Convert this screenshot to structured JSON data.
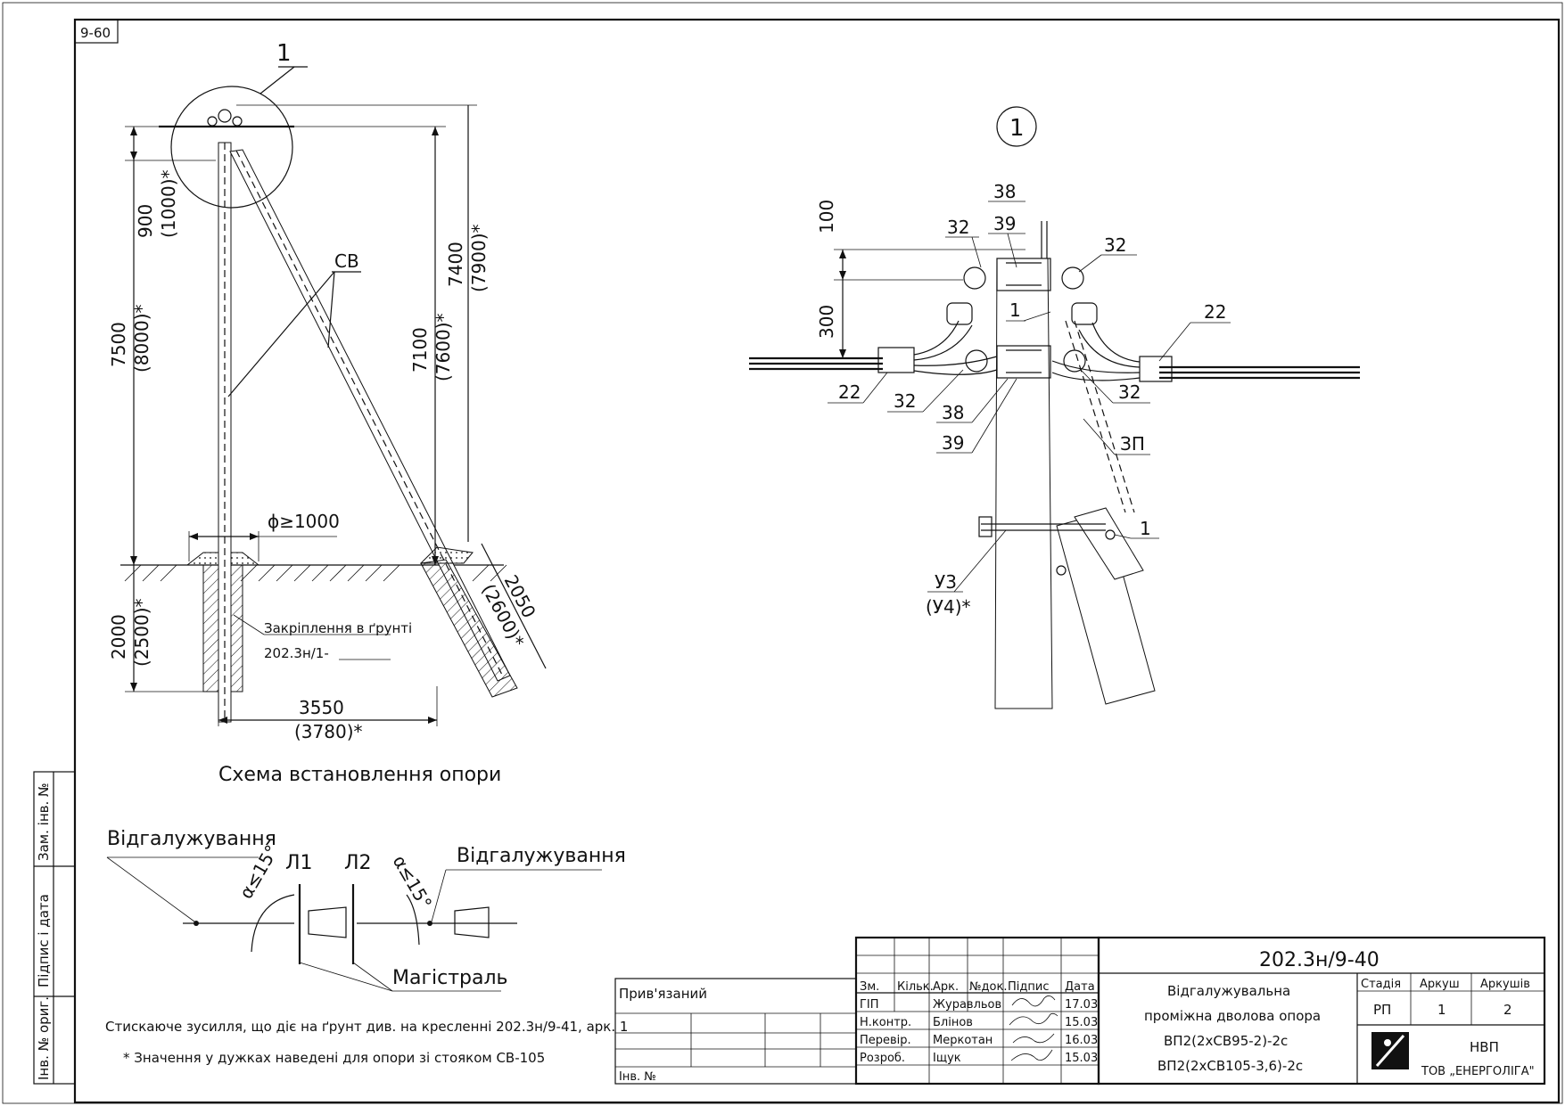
{
  "sheet": {
    "corner_code": "9-60"
  },
  "scheme": {
    "callout_1": "1",
    "label_sv": "СВ",
    "dim_900": "900",
    "dim_1000": "(1000)*",
    "dim_7500": "7500",
    "dim_8000": "(8000)*",
    "dim_7100": "7100",
    "dim_7600": "(7600)*",
    "dim_7400": "7400",
    "dim_7900": "(7900)*",
    "dim_2000": "2000",
    "dim_2500": "(2500)*",
    "dim_2050": "2050",
    "dim_2600": "(2600)*",
    "dim_3550": "3550",
    "dim_3780": "(3780)*",
    "pit": "ϕ≥1000",
    "ground_note_1": "Закріплення в ґрунті",
    "ground_note_2": "202.3н/1-",
    "title": "Схема встановлення опори"
  },
  "detail": {
    "circle_label": "1",
    "d100": "100",
    "d300": "300",
    "c38_top": "38",
    "c39_top": "39",
    "c32_tl": "32",
    "c32_tr": "32",
    "c1_mid": "1",
    "c22_r": "22",
    "c22_l": "22",
    "c32_bl": "32",
    "c38_b": "38",
    "c39_b": "39",
    "c32_br": "32",
    "c3p": "ЗП",
    "c1_low": "1",
    "u3": "У3",
    "u4": "(У4)*"
  },
  "branch": {
    "left_label": "Відгалужування",
    "right_label": "Відгалужування",
    "angle_left": "α≤15°",
    "angle_right": "α≤15°",
    "l1": "Л1",
    "l2": "Л2",
    "main": "Магістраль"
  },
  "notes": {
    "n1": "Стискаюче зусилля, що діє на ґрунт див. на кресленні 202.3н/9-41, арк. 1",
    "n2": "* Значення у дужках наведені для опори зі стояком СВ-105"
  },
  "side_stamp": {
    "zam": "Зам. інв. №",
    "pidpys": "Підпис і дата",
    "inv": "Інв. № ориг."
  },
  "stamp": {
    "pryvyazanyi": "Прив'язаний",
    "inv_no": "Інв. №",
    "headers": [
      "Зм.",
      "Кільк.",
      "Арк.",
      "№док.",
      "Підпис",
      "Дата"
    ],
    "rows": [
      {
        "role": "ГІП",
        "name": "Журавльов",
        "date": "17.03"
      },
      {
        "role": "Н.контр.",
        "name": "Блінов",
        "date": "15.03"
      },
      {
        "role": "Перевір.",
        "name": "Меркотан",
        "date": "16.03"
      },
      {
        "role": "Розроб.",
        "name": "Іщук",
        "date": "15.03"
      }
    ],
    "doc_code": "202.3н/9-40",
    "title_lines": [
      "Відгалужувальна",
      "проміжна дволова опора",
      "ВП2(2хСВ95-2)-2с",
      "ВП2(2хСВ105-3,6)-2с"
    ],
    "stage_h": "Стадія",
    "sheet_h": "Аркуш",
    "sheets_h": "Аркушів",
    "stage": "РП",
    "sheet": "1",
    "sheets": "2",
    "org_1": "НВП",
    "org_2": "ТОВ „ЕНЕРГОЛІГА\""
  }
}
